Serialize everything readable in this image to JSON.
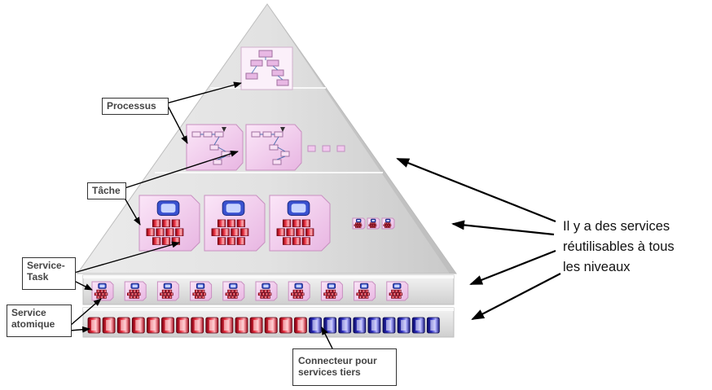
{
  "labels": {
    "processus": "Processus",
    "tache": "Tâche",
    "service_task": "Service-\nTask",
    "service_atomique": "Service\natomique",
    "connecteur": "Connecteur pour\nservices tiers"
  },
  "note": {
    "line1": "Il y a des services",
    "line2": "réutilisables à tous",
    "line3": "les niveaux"
  },
  "colors": {
    "pyramid": "#d8d8d8",
    "pink_block": "#f2c8ee",
    "red_connector": "#c01020",
    "blue_connector": "#20209a"
  },
  "counts": {
    "service_task_icons": 10,
    "red_connectors": 15,
    "blue_connectors": 9
  }
}
